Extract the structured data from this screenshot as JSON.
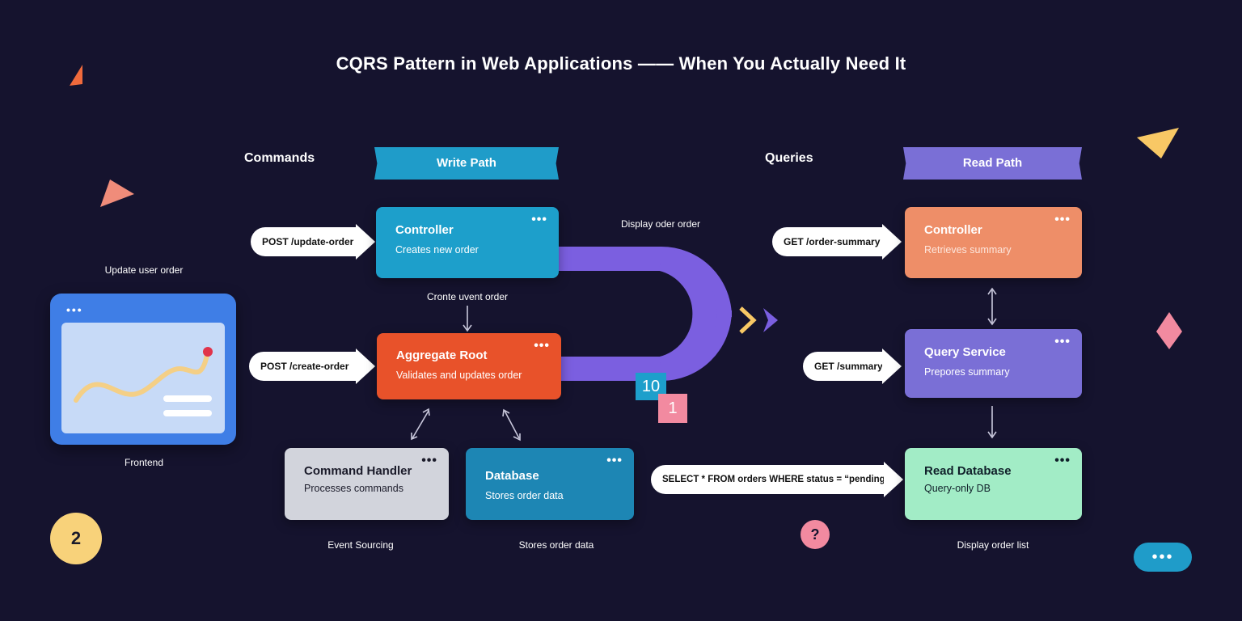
{
  "title": "CQRS Pattern in Web Applications —— When You Actually Need It",
  "labels": {
    "commands": "Commands",
    "queries": "Queries",
    "update_user_order": "Update user order",
    "frontend": "Frontend",
    "display_oder_order": "Display oder order",
    "cronte_uvent_order": "Cronte uvent order",
    "event_sourcing": "Event Sourcing",
    "stores_order_data": "Stores order data",
    "display_order_list": "Display order list"
  },
  "banners": {
    "write_path": "Write Path",
    "read_path": "Read Path"
  },
  "requests": {
    "post_update_order": "POST /update-order",
    "post_create_order": "POST /create-order",
    "get_order_summary": "GET /order-summary",
    "get_summary": "GET /summary",
    "select_query": "SELECT * FROM orders WHERE status = “pending”"
  },
  "cards": {
    "write_controller": {
      "title": "Controller",
      "subtitle": "Creates new order"
    },
    "aggregate_root": {
      "title": "Aggregate Root",
      "subtitle": "Validates and updates order"
    },
    "command_handler": {
      "title": "Command Handler",
      "subtitle": "Processes commands"
    },
    "database": {
      "title": "Database",
      "subtitle": "Stores order data"
    },
    "read_controller": {
      "title": "Controller",
      "subtitle": "Retrieves summary"
    },
    "query_service": {
      "title": "Query Service",
      "subtitle": "Prepores summary"
    },
    "read_database": {
      "title": "Read Database",
      "subtitle": "Query-only DB"
    }
  },
  "dots_glyph": "•••",
  "badges": {
    "step_number": "2",
    "count_10": "10",
    "count_1": "1",
    "question": "?"
  },
  "colors": {
    "background": "#15132e",
    "write_banner": "#1f9cc9",
    "read_banner": "#7a6fd6",
    "write_controller": "#1d9fcb",
    "aggregate_root": "#e8522a",
    "command_handler": "#d2d4dc",
    "database": "#1d86b4",
    "read_controller": "#ee8e68",
    "query_service": "#7a6fd6",
    "read_database": "#a2ecc6",
    "pipe": "#7b5fe0",
    "frontend_blue": "#3f7ee6"
  },
  "icons": [
    "browser-window-icon",
    "more-dots-icon",
    "chat-bubble-icon",
    "question-icon",
    "triangle-shape",
    "diamond-shape",
    "chevron-right-icon"
  ]
}
